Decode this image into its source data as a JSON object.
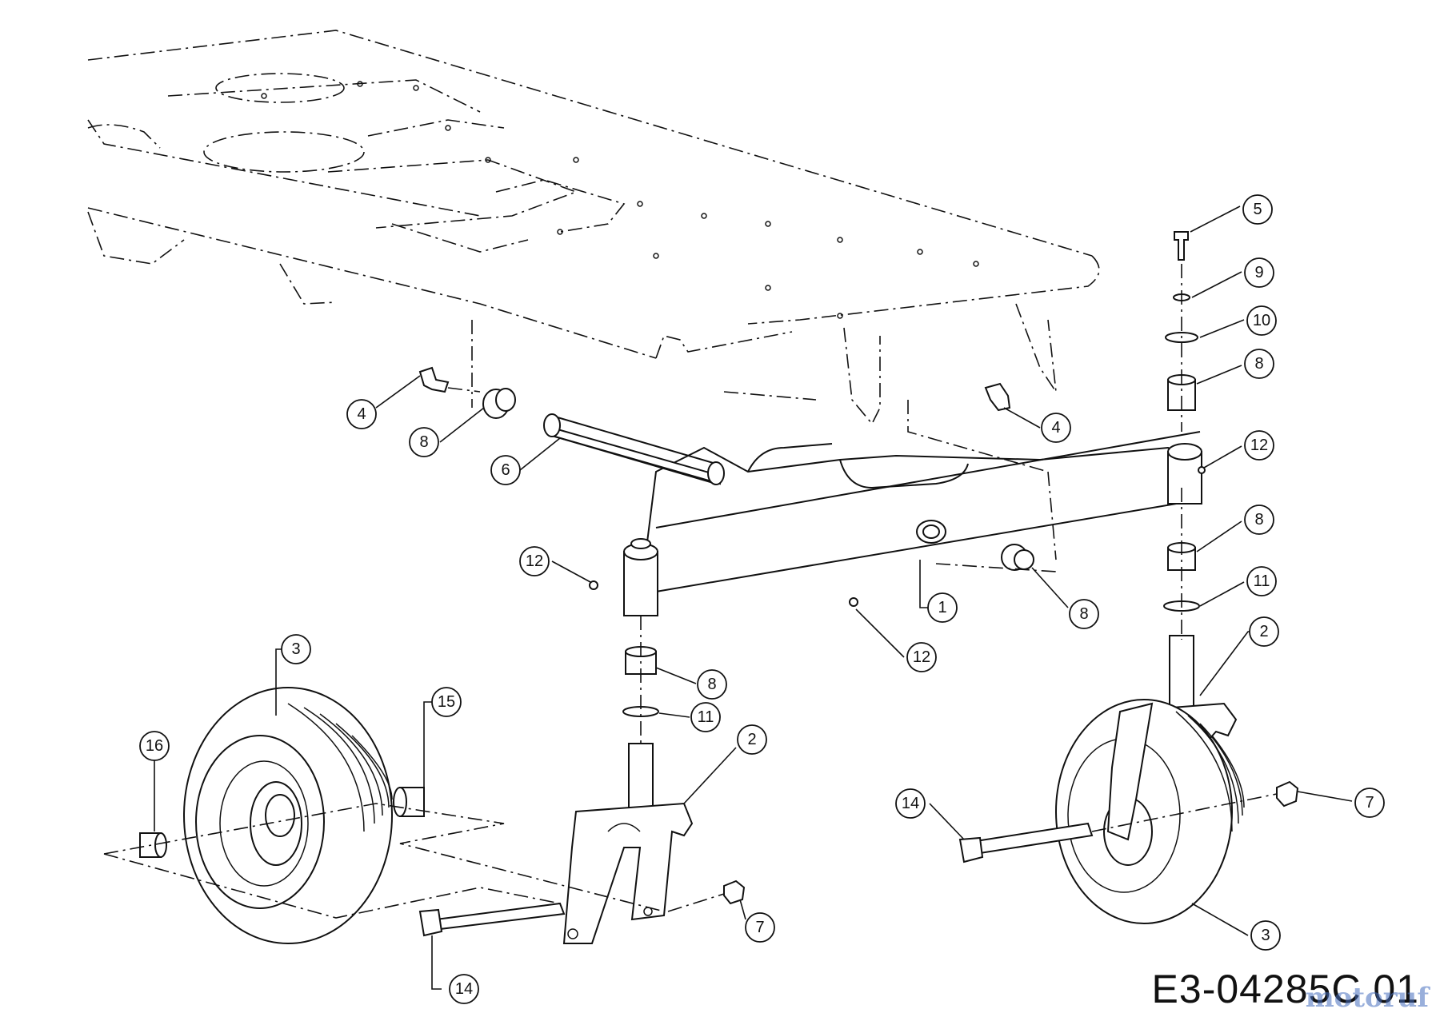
{
  "drawing_code": "E3-04285C 01",
  "watermark": "motoruf",
  "callouts": [
    {
      "id": "c5",
      "label": "5"
    },
    {
      "id": "c9",
      "label": "9"
    },
    {
      "id": "c10",
      "label": "10"
    },
    {
      "id": "c8a",
      "label": "8"
    },
    {
      "id": "c12a",
      "label": "12"
    },
    {
      "id": "c8b",
      "label": "8"
    },
    {
      "id": "c11a",
      "label": "11"
    },
    {
      "id": "c2a",
      "label": "2"
    },
    {
      "id": "c4a",
      "label": "4"
    },
    {
      "id": "c8c",
      "label": "8"
    },
    {
      "id": "c6",
      "label": "6"
    },
    {
      "id": "c4b",
      "label": "4"
    },
    {
      "id": "c12b",
      "label": "12"
    },
    {
      "id": "c1",
      "label": "1"
    },
    {
      "id": "c8d",
      "label": "8"
    },
    {
      "id": "c12c",
      "label": "12"
    },
    {
      "id": "c3a",
      "label": "3"
    },
    {
      "id": "c15",
      "label": "15"
    },
    {
      "id": "c16",
      "label": "16"
    },
    {
      "id": "c8e",
      "label": "8"
    },
    {
      "id": "c11b",
      "label": "11"
    },
    {
      "id": "c2b",
      "label": "2"
    },
    {
      "id": "c7a",
      "label": "7"
    },
    {
      "id": "c14a",
      "label": "14"
    },
    {
      "id": "c14b",
      "label": "14"
    },
    {
      "id": "c7b",
      "label": "7"
    },
    {
      "id": "c3b",
      "label": "3"
    }
  ]
}
